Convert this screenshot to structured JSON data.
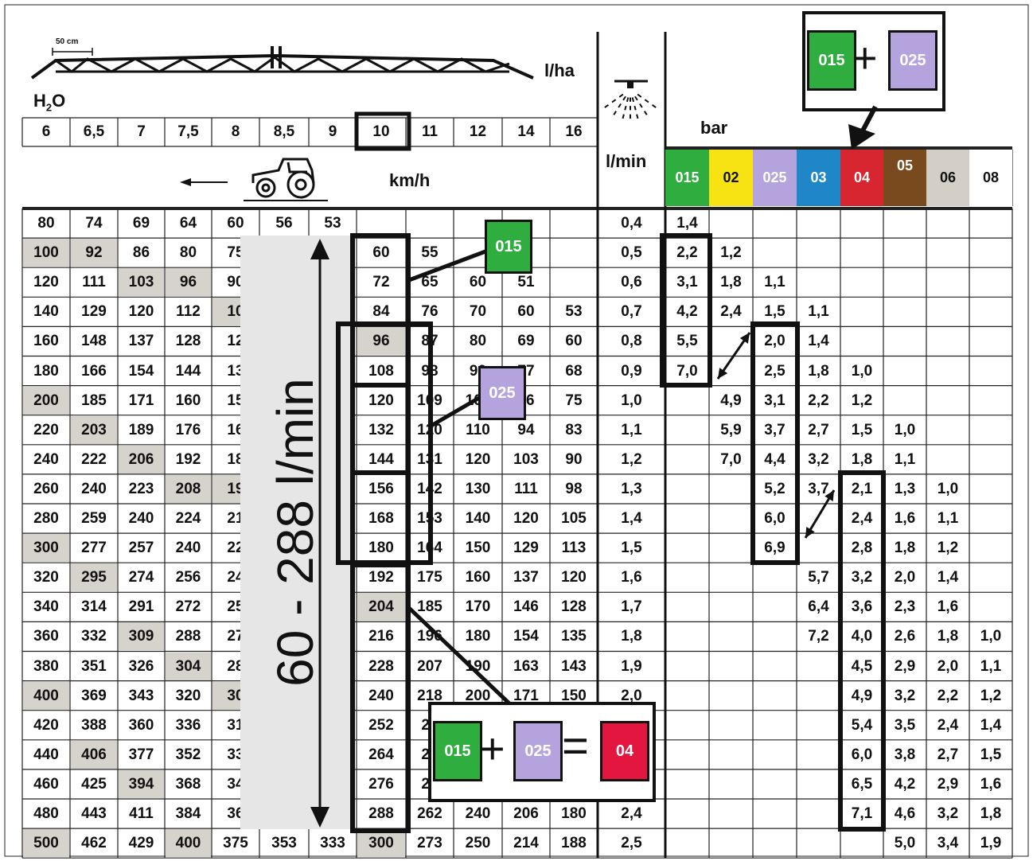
{
  "header": {
    "unit_lha": "l/ha",
    "h2o": "H",
    "h2o_sub": "2",
    "h2o_o": "O",
    "scale": "50 cm",
    "kmh": "km/h",
    "lmin": "l/min",
    "bar": "bar"
  },
  "speeds": [
    "6",
    "6,5",
    "7",
    "7,5",
    "8",
    "8,5",
    "9",
    "10",
    "11",
    "12",
    "14",
    "16"
  ],
  "nozzles": [
    {
      "label": "015",
      "color": "#2fae3f",
      "text": "#ffffff"
    },
    {
      "label": "02",
      "color": "#f7e314",
      "text": "#111111"
    },
    {
      "label": "025",
      "color": "#b5a3de",
      "text": "#ffffff"
    },
    {
      "label": "03",
      "color": "#1f86c8",
      "text": "#ffffff"
    },
    {
      "label": "04",
      "color": "#d7262f",
      "text": "#ffffff"
    },
    {
      "label": "05",
      "color": "#7a4a1f",
      "text": "#ffffff"
    },
    {
      "label": "06",
      "color": "#d3cec6",
      "text": "#111111"
    },
    {
      "label": "08",
      "color": "#ffffff",
      "text": "#111111"
    }
  ],
  "speed_rows": [
    [
      "80",
      "74",
      "69",
      "64",
      "60",
      "56",
      "53",
      "",
      "",
      "",
      "",
      ""
    ],
    [
      "100",
      "92",
      "86",
      "80",
      "75",
      "",
      "",
      "60",
      "55",
      "",
      "",
      ""
    ],
    [
      "120",
      "111",
      "103",
      "96",
      "90",
      "",
      "",
      "72",
      "65",
      "60",
      "51",
      ""
    ],
    [
      "140",
      "129",
      "120",
      "112",
      "10",
      "",
      "",
      "84",
      "76",
      "70",
      "60",
      "53"
    ],
    [
      "160",
      "148",
      "137",
      "128",
      "12",
      "",
      "",
      "96",
      "87",
      "80",
      "69",
      "60"
    ],
    [
      "180",
      "166",
      "154",
      "144",
      "13",
      "",
      "",
      "108",
      "98",
      "90",
      "77",
      "68"
    ],
    [
      "200",
      "185",
      "171",
      "160",
      "15",
      "",
      "",
      "120",
      "109",
      "100",
      "86",
      "75"
    ],
    [
      "220",
      "203",
      "189",
      "176",
      "16",
      "",
      "",
      "132",
      "120",
      "110",
      "94",
      "83"
    ],
    [
      "240",
      "222",
      "206",
      "192",
      "18",
      "",
      "",
      "144",
      "131",
      "120",
      "103",
      "90"
    ],
    [
      "260",
      "240",
      "223",
      "208",
      "19",
      "",
      "",
      "156",
      "142",
      "130",
      "111",
      "98"
    ],
    [
      "280",
      "259",
      "240",
      "224",
      "21",
      "",
      "",
      "168",
      "153",
      "140",
      "120",
      "105"
    ],
    [
      "300",
      "277",
      "257",
      "240",
      "22",
      "",
      "",
      "180",
      "164",
      "150",
      "129",
      "113"
    ],
    [
      "320",
      "295",
      "274",
      "256",
      "24",
      "",
      "",
      "192",
      "175",
      "160",
      "137",
      "120"
    ],
    [
      "340",
      "314",
      "291",
      "272",
      "25",
      "",
      "",
      "204",
      "185",
      "170",
      "146",
      "128"
    ],
    [
      "360",
      "332",
      "309",
      "288",
      "27",
      "",
      "",
      "216",
      "196",
      "180",
      "154",
      "135"
    ],
    [
      "380",
      "351",
      "326",
      "304",
      "28",
      "",
      "",
      "228",
      "207",
      "190",
      "163",
      "143"
    ],
    [
      "400",
      "369",
      "343",
      "320",
      "30",
      "",
      "",
      "240",
      "218",
      "200",
      "171",
      "150"
    ],
    [
      "420",
      "388",
      "360",
      "336",
      "31",
      "",
      "",
      "252",
      "22",
      "",
      "",
      "",
      ""
    ],
    [
      "440",
      "406",
      "377",
      "352",
      "33",
      "",
      "",
      "264",
      "24",
      "",
      "",
      ""
    ],
    [
      "460",
      "425",
      "394",
      "368",
      "34",
      "",
      "",
      "276",
      "25",
      "",
      "",
      ""
    ],
    [
      "480",
      "443",
      "411",
      "384",
      "36",
      "",
      "",
      "288",
      "262",
      "240",
      "206",
      "180"
    ],
    [
      "500",
      "462",
      "429",
      "400",
      "375",
      "353",
      "333",
      "300",
      "273",
      "250",
      "214",
      "188"
    ]
  ],
  "lmin_values": [
    "0,4",
    "0,5",
    "0,6",
    "0,7",
    "0,8",
    "0,9",
    "1,0",
    "1,1",
    "1,2",
    "1,3",
    "1,4",
    "1,5",
    "1,6",
    "1,7",
    "1,8",
    "1,9",
    "2,0",
    "",
    "",
    "",
    "2,4",
    "2,5"
  ],
  "bar_rows": [
    [
      "1,4",
      "",
      "",
      "",
      "",
      "",
      "",
      ""
    ],
    [
      "2,2",
      "1,2",
      "",
      "",
      "",
      "",
      "",
      ""
    ],
    [
      "3,1",
      "1,8",
      "1,1",
      "",
      "",
      "",
      "",
      ""
    ],
    [
      "4,2",
      "2,4",
      "1,5",
      "1,1",
      "",
      "",
      "",
      ""
    ],
    [
      "5,5",
      "",
      "2,0",
      "1,4",
      "",
      "",
      "",
      ""
    ],
    [
      "7,0",
      "",
      "2,5",
      "1,8",
      "1,0",
      "",
      "",
      ""
    ],
    [
      "",
      "4,9",
      "3,1",
      "2,2",
      "1,2",
      "",
      "",
      ""
    ],
    [
      "",
      "5,9",
      "3,7",
      "2,7",
      "1,5",
      "1,0",
      "",
      ""
    ],
    [
      "",
      "7,0",
      "4,4",
      "3,2",
      "1,8",
      "1,1",
      "",
      ""
    ],
    [
      "",
      "",
      "5,2",
      "3,7",
      "2,1",
      "1,3",
      "1,0",
      ""
    ],
    [
      "",
      "",
      "6,0",
      "",
      "2,4",
      "1,6",
      "1,1",
      ""
    ],
    [
      "",
      "",
      "6,9",
      "",
      "2,8",
      "1,8",
      "1,2",
      ""
    ],
    [
      "",
      "",
      "",
      "5,7",
      "3,2",
      "2,0",
      "1,4",
      ""
    ],
    [
      "",
      "",
      "",
      "6,4",
      "3,6",
      "2,3",
      "1,6",
      ""
    ],
    [
      "",
      "",
      "",
      "7,2",
      "4,0",
      "2,6",
      "1,8",
      "1,0"
    ],
    [
      "",
      "",
      "",
      "",
      "4,5",
      "2,9",
      "2,0",
      "1,1"
    ],
    [
      "",
      "",
      "",
      "",
      "4,9",
      "3,2",
      "2,2",
      "1,2"
    ],
    [
      "",
      "",
      "",
      "",
      "5,4",
      "3,5",
      "2,4",
      "1,4"
    ],
    [
      "",
      "",
      "",
      "",
      "6,0",
      "3,8",
      "2,7",
      "1,5"
    ],
    [
      "",
      "",
      "",
      "",
      "6,5",
      "4,2",
      "2,9",
      "1,6"
    ],
    [
      "",
      "",
      "",
      "",
      "7,1",
      "4,6",
      "3,2",
      "1,8"
    ],
    [
      "",
      "",
      "",
      "",
      "",
      "5,0",
      "3,4",
      "1,9"
    ]
  ],
  "gray_cells": [
    [
      1,
      0
    ],
    [
      1,
      1
    ],
    [
      2,
      2
    ],
    [
      2,
      3
    ],
    [
      3,
      4
    ],
    [
      4,
      7
    ],
    [
      6,
      0
    ],
    [
      7,
      1
    ],
    [
      8,
      2
    ],
    [
      9,
      3
    ],
    [
      9,
      4
    ],
    [
      11,
      0
    ],
    [
      12,
      1
    ],
    [
      13,
      7
    ],
    [
      14,
      2
    ],
    [
      15,
      3
    ],
    [
      16,
      0
    ],
    [
      16,
      4
    ],
    [
      18,
      1
    ],
    [
      19,
      2
    ],
    [
      21,
      0
    ],
    [
      21,
      3
    ],
    [
      21,
      7
    ]
  ],
  "range_label": "60 - 288 l/min",
  "callouts": {
    "a": "015",
    "b": "025",
    "result": "04",
    "plus": "+",
    "equals": "="
  }
}
